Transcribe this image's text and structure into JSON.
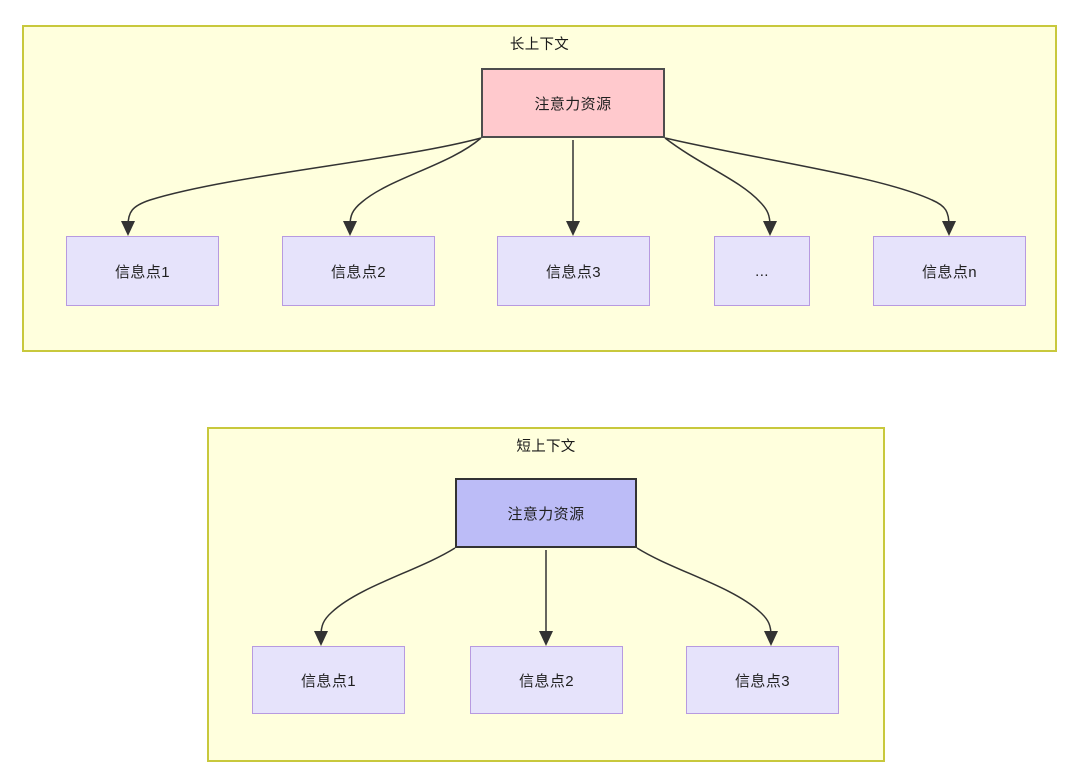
{
  "diagram": {
    "title_long": "长上下文",
    "title_short": "短上下文",
    "colors": {
      "container_fill": "#ffffdd",
      "container_border": "#c8c83c",
      "attention_long_fill": "#ffc9cd",
      "attention_long_border": "#4d4d4d",
      "attention_short_fill": "#bcbcf7",
      "attention_short_border": "#333333",
      "info_fill": "#e6e3fb",
      "info_border": "#b79ae0",
      "edge_stroke": "#333333",
      "text": "#1f1f1f"
    }
  },
  "long_context": {
    "title": "长上下文",
    "attention_node": {
      "label": "注意力资源"
    },
    "info_nodes": [
      {
        "label": "信息点1"
      },
      {
        "label": "信息点2"
      },
      {
        "label": "信息点3"
      },
      {
        "label": "..."
      },
      {
        "label": "信息点n"
      }
    ]
  },
  "short_context": {
    "title": "短上下文",
    "attention_node": {
      "label": "注意力资源"
    },
    "info_nodes": [
      {
        "label": "信息点1"
      },
      {
        "label": "信息点2"
      },
      {
        "label": "信息点3"
      }
    ]
  }
}
